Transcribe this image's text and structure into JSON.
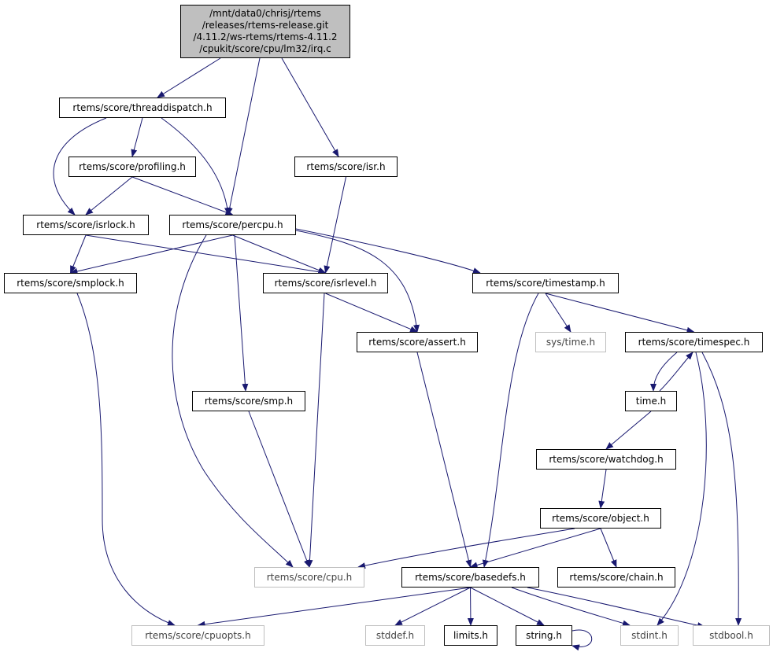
{
  "graph": {
    "edge_color": "#191970",
    "root_fill": "#bfbfbf",
    "external_border": "#bfbfbf",
    "nodes": [
      {
        "id": "root",
        "label": [
          "/mnt/data0/chrisj/rtems",
          "/releases/rtems-release.git",
          "/4.11.2/ws-rtems/rtems-4.11.2",
          "/cpukit/score/cpu/lm32/irq.c"
        ],
        "kind": "root"
      },
      {
        "id": "threaddispatch",
        "label": "rtems/score/threaddispatch.h",
        "kind": "local"
      },
      {
        "id": "isr",
        "label": "rtems/score/isr.h",
        "kind": "local"
      },
      {
        "id": "profiling",
        "label": "rtems/score/profiling.h",
        "kind": "local"
      },
      {
        "id": "isrlock",
        "label": "rtems/score/isrlock.h",
        "kind": "local"
      },
      {
        "id": "percpu",
        "label": "rtems/score/percpu.h",
        "kind": "local"
      },
      {
        "id": "smplock",
        "label": "rtems/score/smplock.h",
        "kind": "local"
      },
      {
        "id": "isrlevel",
        "label": "rtems/score/isrlevel.h",
        "kind": "local"
      },
      {
        "id": "timestamp",
        "label": "rtems/score/timestamp.h",
        "kind": "local"
      },
      {
        "id": "assert",
        "label": "rtems/score/assert.h",
        "kind": "local"
      },
      {
        "id": "systime",
        "label": "sys/time.h",
        "kind": "external"
      },
      {
        "id": "timespec",
        "label": "rtems/score/timespec.h",
        "kind": "local"
      },
      {
        "id": "time",
        "label": "time.h",
        "kind": "local"
      },
      {
        "id": "smp",
        "label": "rtems/score/smp.h",
        "kind": "local"
      },
      {
        "id": "watchdog",
        "label": "rtems/score/watchdog.h",
        "kind": "local"
      },
      {
        "id": "object",
        "label": "rtems/score/object.h",
        "kind": "local"
      },
      {
        "id": "cpu",
        "label": "rtems/score/cpu.h",
        "kind": "external"
      },
      {
        "id": "basedefs",
        "label": "rtems/score/basedefs.h",
        "kind": "local"
      },
      {
        "id": "chain",
        "label": "rtems/score/chain.h",
        "kind": "local"
      },
      {
        "id": "cpuopts",
        "label": "rtems/score/cpuopts.h",
        "kind": "external"
      },
      {
        "id": "stddef",
        "label": "stddef.h",
        "kind": "external"
      },
      {
        "id": "limits",
        "label": "limits.h",
        "kind": "local"
      },
      {
        "id": "string",
        "label": "string.h",
        "kind": "local"
      },
      {
        "id": "stdint",
        "label": "stdint.h",
        "kind": "external"
      },
      {
        "id": "stdbool",
        "label": "stdbool.h",
        "kind": "external"
      }
    ],
    "edges": [
      [
        "root",
        "threaddispatch"
      ],
      [
        "root",
        "percpu"
      ],
      [
        "root",
        "isr"
      ],
      [
        "threaddispatch",
        "isrlock"
      ],
      [
        "threaddispatch",
        "profiling"
      ],
      [
        "threaddispatch",
        "percpu"
      ],
      [
        "profiling",
        "isrlock"
      ],
      [
        "profiling",
        "percpu"
      ],
      [
        "isr",
        "isrlevel"
      ],
      [
        "isrlock",
        "smplock"
      ],
      [
        "isrlock",
        "isrlevel"
      ],
      [
        "percpu",
        "smplock"
      ],
      [
        "percpu",
        "isrlevel"
      ],
      [
        "percpu",
        "assert"
      ],
      [
        "percpu",
        "timestamp"
      ],
      [
        "percpu",
        "cpu"
      ],
      [
        "percpu",
        "smp"
      ],
      [
        "smplock",
        "cpuopts"
      ],
      [
        "isrlevel",
        "assert"
      ],
      [
        "isrlevel",
        "cpu"
      ],
      [
        "timestamp",
        "systime"
      ],
      [
        "timestamp",
        "timespec"
      ],
      [
        "timestamp",
        "basedefs"
      ],
      [
        "assert",
        "basedefs"
      ],
      [
        "timespec",
        "time"
      ],
      [
        "time",
        "timespec"
      ],
      [
        "timespec",
        "stdint"
      ],
      [
        "timespec",
        "stdbool"
      ],
      [
        "smp",
        "cpu"
      ],
      [
        "time",
        "watchdog"
      ],
      [
        "watchdog",
        "object"
      ],
      [
        "object",
        "cpu"
      ],
      [
        "object",
        "basedefs"
      ],
      [
        "object",
        "chain"
      ],
      [
        "basedefs",
        "cpuopts"
      ],
      [
        "basedefs",
        "stddef"
      ],
      [
        "basedefs",
        "limits"
      ],
      [
        "basedefs",
        "string"
      ],
      [
        "basedefs",
        "stdint"
      ],
      [
        "basedefs",
        "stdbool"
      ],
      [
        "string",
        "string"
      ]
    ]
  }
}
